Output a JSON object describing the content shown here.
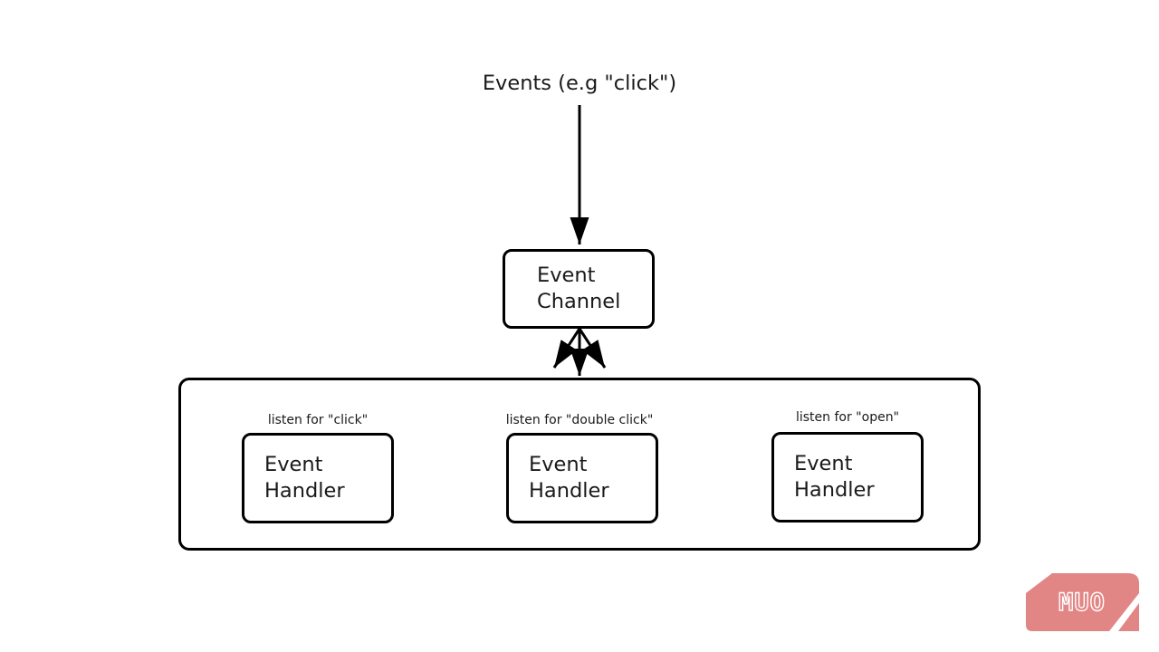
{
  "diagram": {
    "title": "Events (e.g \"click\")",
    "event_channel": {
      "label": "Event\nChannel"
    },
    "handlers": [
      {
        "caption": "listen for \"click\"",
        "label": "Event\nHandler"
      },
      {
        "caption": "listen for \"double click\"",
        "label": "Event\nHandler"
      },
      {
        "caption": "listen for \"open\"",
        "label": "Event\nHandler"
      }
    ],
    "colors": {
      "stroke": "#000000",
      "background": "#ffffff",
      "text": "#1a1a1a"
    }
  },
  "logo": {
    "text": "MUO",
    "color": "#e28585"
  }
}
